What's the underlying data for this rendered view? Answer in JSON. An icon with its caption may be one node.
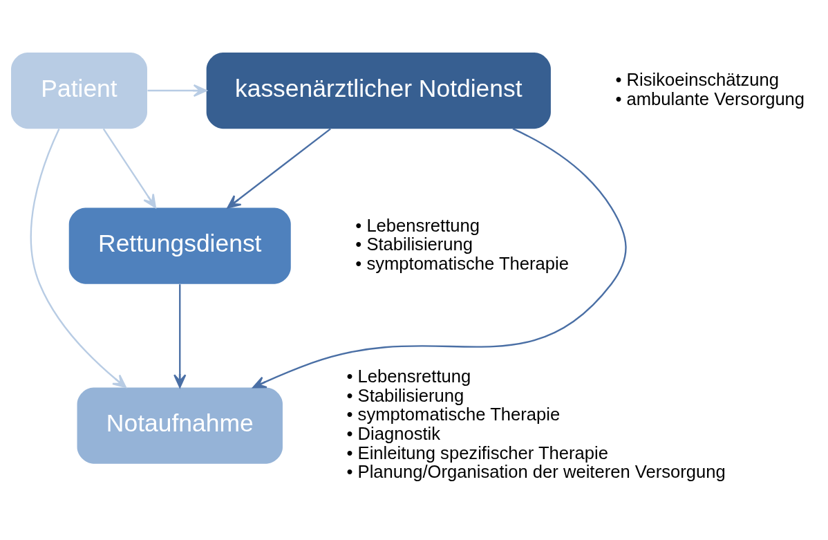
{
  "diagram": {
    "nodes": [
      {
        "text": [
          "kassenärztlicher Notdienst"
        ],
        "beside": [
          "• Risikoeinschätzung",
          "• ambulante Versorgung"
        ]
      },
      {
        "text": [
          "Patient"
        ]
      },
      {
        "text": [
          "Rettungsdienst"
        ],
        "beside": [
          "• Lebensrettung",
          "• Stabilisierung",
          "• symptomatische Therapie"
        ]
      },
      {
        "text": [
          "Notaufnahme"
        ],
        "beside": [
          "• Lebensrettung",
          "• Stabilisierung",
          "• symptomatische Therapie",
          "• Diagnostik",
          "• Einleitung spezifischer Therapie",
          "• Planung/Organisation der weiteren Versorgung"
        ]
      }
    ],
    "edges": [
      {
        "from": 1,
        "to": 0,
        "arrow": "to",
        "color": "#b8cce4"
      },
      {
        "from": 1,
        "to": 2,
        "arrow": "to",
        "color": "#b8cce4"
      },
      {
        "from": 1,
        "to": 3,
        "arrow": "to",
        "color": "#b8cce4"
      },
      {
        "from": 0,
        "to": 2,
        "arrow": "to",
        "color": "#4a6fa5"
      },
      {
        "from": 0,
        "to": 3,
        "arrow": "to",
        "color": "#4a6fa5"
      },
      {
        "from": 2,
        "to": 3,
        "arrow": "to",
        "color": "#4a6fa5"
      }
    ]
  }
}
